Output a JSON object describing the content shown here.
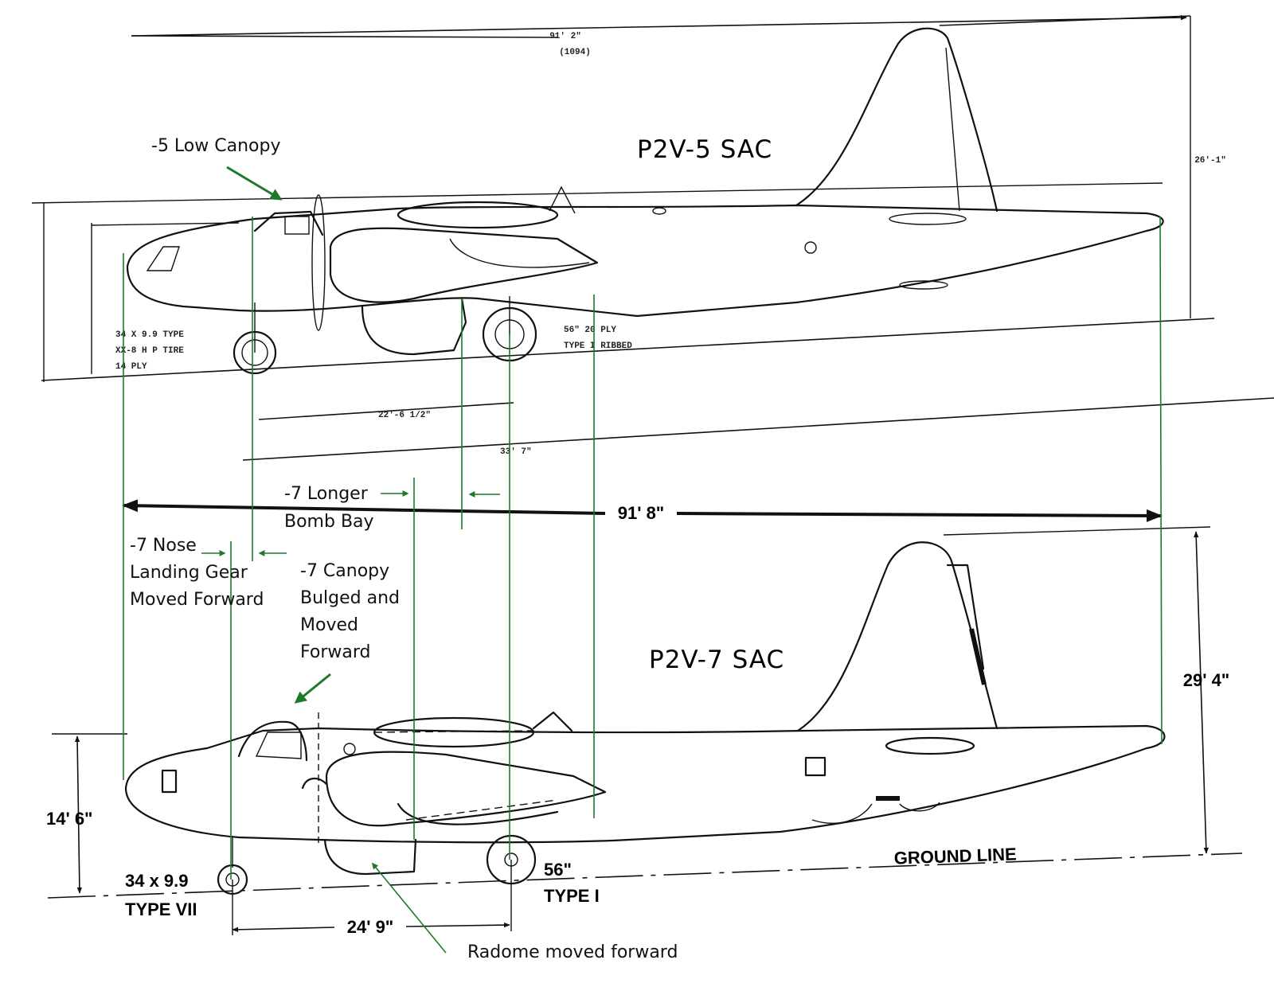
{
  "titles": {
    "top": "P2V-5 SAC",
    "bottom": "P2V-7 SAC"
  },
  "annotations": {
    "low_canopy": "-5 Low Canopy",
    "longer_bomb_bay_1": "-7 Longer",
    "longer_bomb_bay_2": "Bomb Bay",
    "nose_gear_1": "-7 Nose",
    "nose_gear_2": "Landing Gear",
    "nose_gear_3": "Moved Forward",
    "canopy_1": "-7 Canopy",
    "canopy_2": "Bulged and",
    "canopy_3": "Moved",
    "canopy_4": "Forward",
    "radome": "Radome moved forward"
  },
  "top_drawing": {
    "span_dim": "91' 2\"",
    "span_dim_sub": "(1094)",
    "height_dim": "26'-1\"",
    "nose_tire_1": "34 X 9.9 TYPE",
    "nose_tire_2": "XX-8  H P TIRE",
    "nose_tire_3": "14 PLY",
    "main_tire_1": "56\" 20 PLY",
    "main_tire_2": "TYPE I RIBBED",
    "wheelbase_dim": "22'-6 1/2\"",
    "length_dim_2": "33' 7\""
  },
  "bottom_drawing": {
    "length_dim": "91' 8\"",
    "height_dim": "29' 4\"",
    "nose_height_dim": "14' 6\"",
    "nose_tire_1": "34 x 9.9",
    "nose_tire_2": "TYPE VII",
    "main_tire_1": "56\"",
    "main_tire_2": "TYPE I",
    "wheelbase_dim": "24' 9\"",
    "ground_line": "GROUND LINE"
  },
  "colors": {
    "annotation_green": "#1e7a2a",
    "ink": "#111111"
  }
}
